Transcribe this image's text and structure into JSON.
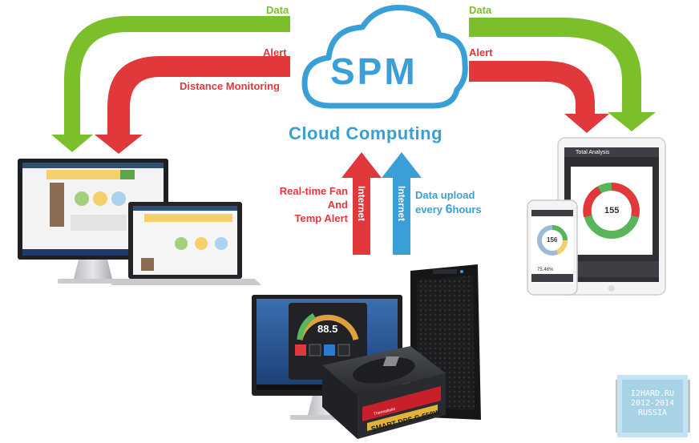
{
  "arrows": {
    "left_data_label": "Data",
    "left_alert_label": "Alert",
    "distance_label": "Distance Monitoring",
    "right_data_label": "Data",
    "right_alert_label": "Alert"
  },
  "cloud": {
    "logo_text": "SPM",
    "caption": "Cloud Computing"
  },
  "uplinks": {
    "red_vertical_label": "Internet",
    "blue_vertical_label": "Internet",
    "red_side_label_lines": [
      "Real-time Fan",
      "And",
      "Temp Alert"
    ],
    "blue_side_label_line1": "Data upload",
    "blue_side_prefix": "every ",
    "blue_side_number": "6",
    "blue_side_suffix": "hours"
  },
  "devices": {
    "tablet_title": "Total Analysis",
    "tablet_gauge": "155",
    "phone_gauge": "156",
    "phone_percent": "75.48%",
    "desktop_gauge": "88.5",
    "psu_brand": "Thermaltake",
    "psu_model": "SMART DPS G 650W"
  },
  "watermark": {
    "line1": "I2HARD.RU",
    "line2": "2012-2014",
    "line3": "RUSSIA"
  },
  "colors": {
    "green": "#7bbf2a",
    "red": "#e0383b",
    "blue": "#3a9fd6"
  }
}
